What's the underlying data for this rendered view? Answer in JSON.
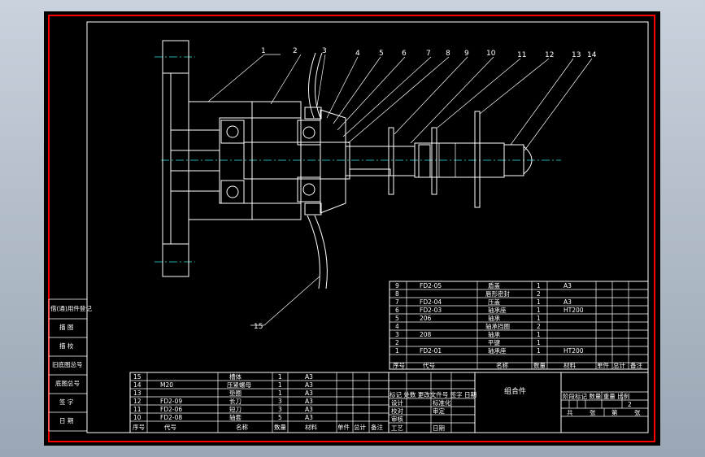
{
  "part_callouts": [
    "1",
    "2",
    "3",
    "4",
    "5",
    "6",
    "7",
    "8",
    "9",
    "10",
    "11",
    "12",
    "13",
    "14"
  ],
  "callout_15": "15",
  "left_strip": [
    "借(通)用件登记",
    "描  图",
    "描  校",
    "旧底图总号",
    "底图总号",
    "签  字",
    "日  期"
  ],
  "bom_right": [
    {
      "seq": "9",
      "code": "FD2-05",
      "name": "盾盖",
      "qty": "1",
      "mat": "A3"
    },
    {
      "seq": "8",
      "code": "",
      "name": "唇形密封",
      "qty": "2",
      "mat": ""
    },
    {
      "seq": "7",
      "code": "FD2-04",
      "name": "压盖",
      "qty": "1",
      "mat": "A3"
    },
    {
      "seq": "6",
      "code": "FD2-03",
      "name": "轴承座",
      "qty": "1",
      "mat": "HT200"
    },
    {
      "seq": "5",
      "code": "206",
      "name": "轴承",
      "qty": "1",
      "mat": ""
    },
    {
      "seq": "4",
      "code": "",
      "name": "轴承挡圈",
      "qty": "2",
      "mat": ""
    },
    {
      "seq": "3",
      "code": "208",
      "name": "轴承",
      "qty": "1",
      "mat": ""
    },
    {
      "seq": "2",
      "code": "",
      "name": "平键",
      "qty": "1",
      "mat": ""
    },
    {
      "seq": "1",
      "code": "FD2-01",
      "name": "轴承座",
      "qty": "1",
      "mat": "HT200"
    }
  ],
  "bom_right_header": [
    "序号",
    "代号",
    "名称",
    "数量",
    "材料",
    "单件",
    "总计",
    "备注"
  ],
  "bom_left": [
    {
      "seq": "15",
      "code": "",
      "name": "槽体",
      "qty": "1",
      "mat": "A3"
    },
    {
      "seq": "14",
      "code": "M20",
      "name": "压紧螺母",
      "qty": "1",
      "mat": "A3"
    },
    {
      "seq": "13",
      "code": "",
      "name": "垫圈",
      "qty": "1",
      "mat": "A3"
    },
    {
      "seq": "12",
      "code": "FD2-09",
      "name": "长刀",
      "qty": "3",
      "mat": "A3"
    },
    {
      "seq": "11",
      "code": "FD2-06",
      "name": "短刀",
      "qty": "3",
      "mat": "A3"
    },
    {
      "seq": "10",
      "code": "FD2-08",
      "name": "轴套",
      "qty": "5",
      "mat": "A3"
    }
  ],
  "bom_left_header": [
    "序号",
    "代号",
    "名称",
    "数量",
    "材料",
    "单件",
    "总计",
    "备注"
  ],
  "title_block": {
    "name": "组合件",
    "rev_header": "标记 处数 更改文件号 签字 日期",
    "rows": [
      [
        "设计",
        "",
        "标准化",
        ""
      ],
      [
        "校对",
        "",
        "审定",
        ""
      ],
      [
        "审核",
        "",
        "",
        ""
      ],
      [
        "工艺",
        "",
        "日期",
        ""
      ]
    ],
    "stage_header": "阶段标记 数量 重量 比例",
    "sheet_left": "共",
    "sheet_left_unit": "张",
    "sheet_right": "第",
    "sheet_right_unit": "张",
    "scale": "2"
  },
  "colors": {
    "frame": "#ff0000",
    "lines": "#ffffff",
    "centerline": "#33e0e0",
    "background": "#000000"
  }
}
